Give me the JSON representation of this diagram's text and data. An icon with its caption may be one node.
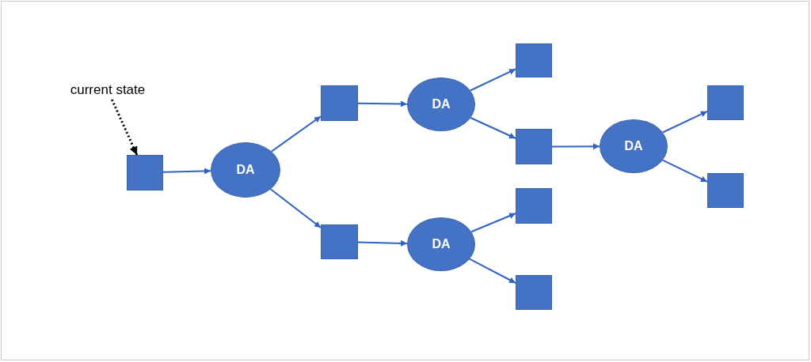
{
  "diagram": {
    "nodes": [
      {
        "text": [
          "current state"
        ]
      },
      {
        "text": [],
        "shape": "box"
      },
      {
        "text": [
          "DA"
        ]
      },
      {
        "text": [],
        "shape": "box"
      },
      {
        "text": [],
        "shape": "box"
      },
      {
        "text": [
          "DA"
        ]
      },
      {
        "text": [
          "DA"
        ]
      },
      {
        "text": [],
        "shape": "box"
      },
      {
        "text": [],
        "shape": "box"
      },
      {
        "text": [],
        "shape": "box"
      },
      {
        "text": [],
        "shape": "box"
      },
      {
        "text": [
          "DA"
        ]
      },
      {
        "text": [],
        "shape": "box"
      },
      {
        "text": [],
        "shape": "box"
      }
    ],
    "edges": [
      {
        "from": 0,
        "to": 1,
        "arrow": "to",
        "style": "dashed",
        "color": "#000000"
      },
      {
        "from": 1,
        "to": 2,
        "arrow": "to"
      },
      {
        "from": 2,
        "to": 3,
        "arrow": "to"
      },
      {
        "from": 2,
        "to": 4,
        "arrow": "to"
      },
      {
        "from": 3,
        "to": 5,
        "arrow": "to"
      },
      {
        "from": 4,
        "to": 6,
        "arrow": "to"
      },
      {
        "from": 5,
        "to": 7,
        "arrow": "to"
      },
      {
        "from": 5,
        "to": 8,
        "arrow": "to"
      },
      {
        "from": 6,
        "to": 9,
        "arrow": "to"
      },
      {
        "from": 6,
        "to": 10,
        "arrow": "to"
      },
      {
        "from": 8,
        "to": 11,
        "arrow": "to"
      },
      {
        "from": 11,
        "to": 12,
        "arrow": "to"
      },
      {
        "from": 11,
        "to": 13,
        "arrow": "to"
      }
    ]
  }
}
